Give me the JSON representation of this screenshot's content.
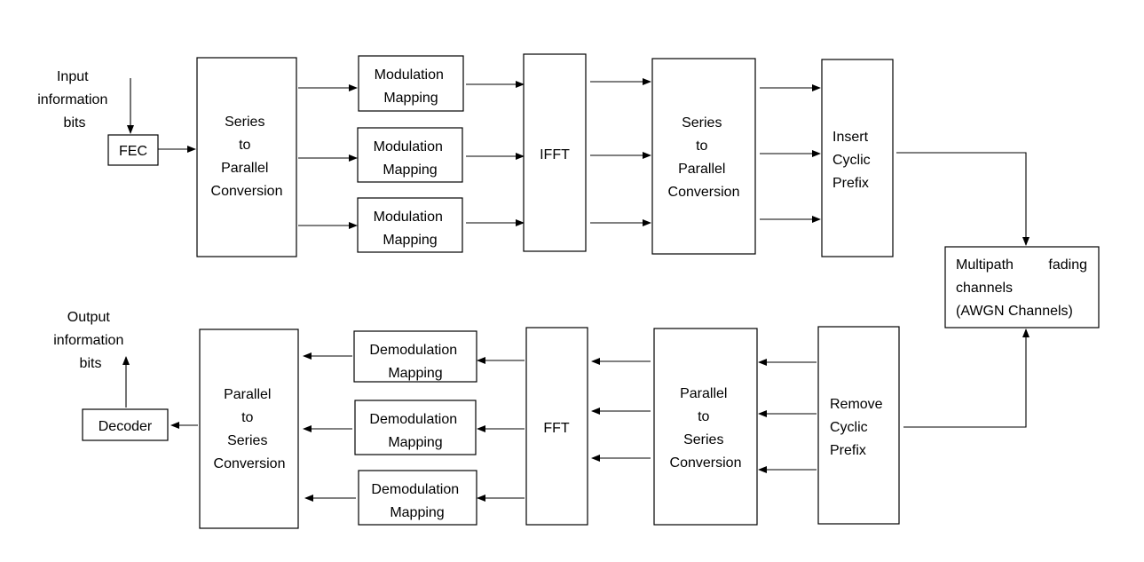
{
  "input_label": [
    "Input",
    "information",
    "bits"
  ],
  "output_label": [
    "Output",
    "information",
    "bits"
  ],
  "blocks": {
    "fec": [
      "FEC"
    ],
    "sp1": [
      "Series",
      "to",
      "Parallel",
      "Conversion"
    ],
    "mod1": [
      "Modulation",
      "Mapping"
    ],
    "mod2": [
      "Modulation",
      "Mapping"
    ],
    "mod3": [
      "Modulation",
      "Mapping"
    ],
    "ifft": [
      "IFFT"
    ],
    "sp2": [
      "Series",
      "to",
      "Parallel",
      "Conversion"
    ],
    "icp": [
      "Insert",
      "Cyclic",
      "Prefix"
    ],
    "channel": [
      "Multipath",
      "fading",
      "channels",
      "(AWGN Channels)"
    ],
    "rcp": [
      "Remove",
      "Cyclic",
      "Prefix"
    ],
    "ps2": [
      "Parallel",
      "to",
      "Series",
      "Conversion"
    ],
    "fft": [
      "FFT"
    ],
    "demod1": [
      "Demodulation",
      "Mapping"
    ],
    "demod2": [
      "Demodulation",
      "Mapping"
    ],
    "demod3": [
      "Demodulation",
      "Mapping"
    ],
    "ps1": [
      "Parallel",
      "to",
      "Series",
      "Conversion"
    ],
    "decoder": [
      "Decoder"
    ]
  }
}
